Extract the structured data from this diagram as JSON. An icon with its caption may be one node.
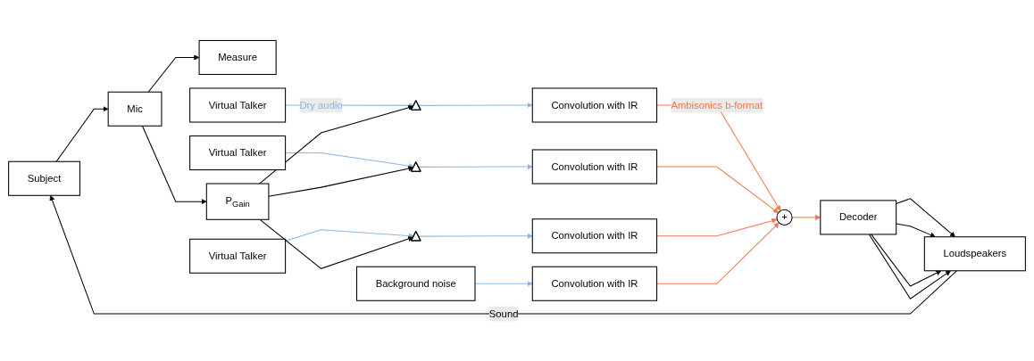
{
  "diagram": {
    "nodes": [
      {
        "text": [
          "Virtual Talker"
        ]
      },
      {
        "text": [
          "Virtual Talker"
        ]
      },
      {
        "text": [
          "Virtual Talker"
        ]
      },
      {
        "text": [],
        "shape": "triangle"
      },
      {
        "text": [],
        "shape": "triangle"
      },
      {
        "text": [],
        "shape": "triangle"
      },
      {
        "text": [
          "Convolution with IR"
        ]
      },
      {
        "text": [
          "Convolution with IR"
        ]
      },
      {
        "text": [
          "Convolution with IR"
        ]
      },
      {
        "text": [
          "+"
        ]
      },
      {
        "text": [
          "Decoder"
        ]
      },
      {
        "text": [
          "Background noise"
        ]
      },
      {
        "text": [
          "Convolution with IR"
        ]
      },
      {
        "text": [
          "Measure"
        ]
      },
      {
        "text": [
          "Mic"
        ]
      },
      {
        "text": [
          "P$_{Gain}$"
        ]
      },
      {
        "text": [
          "Subject"
        ]
      },
      {
        "text": [
          "Loudspeakers"
        ]
      }
    ],
    "edges": [
      {
        "from": 0,
        "to": 3,
        "arrow": "to",
        "label": "Dry audio",
        "color": "#8eb4e3"
      },
      {
        "from": 1,
        "to": 4,
        "arrow": "to",
        "color": "#8eb4e3"
      },
      {
        "from": 2,
        "to": 5,
        "arrow": "to",
        "color": "#8eb4e3"
      },
      {
        "from": 15,
        "to": 3,
        "arrow": "to"
      },
      {
        "from": 15,
        "to": 4,
        "arrow": "to"
      },
      {
        "from": 15,
        "to": 5,
        "arrow": "to"
      },
      {
        "from": 3,
        "to": 6,
        "arrow": "to",
        "color": "#8eb4e3"
      },
      {
        "from": 4,
        "to": 7,
        "arrow": "to",
        "color": "#8eb4e3"
      },
      {
        "from": 5,
        "to": 8,
        "arrow": "to",
        "color": "#8eb4e3"
      },
      {
        "from": 6,
        "to": 9,
        "arrow": "to",
        "label": "Ambisonics b-format",
        "color": "#f07850"
      },
      {
        "from": 7,
        "to": 9,
        "arrow": "to",
        "color": "#f07850"
      },
      {
        "from": 8,
        "to": 9,
        "arrow": "to",
        "color": "#f07850"
      },
      {
        "from": 11,
        "to": 12,
        "arrow": "to",
        "color": "#8eb4e3"
      },
      {
        "from": 12,
        "to": 9,
        "arrow": "to",
        "color": "#f07850"
      },
      {
        "from": 9,
        "to": 10,
        "arrow": "to",
        "color": "#f07850"
      },
      {
        "from": 10,
        "to": 17,
        "arrow": "to"
      },
      {
        "from": 10,
        "to": 17,
        "arrow": "to"
      },
      {
        "from": 10,
        "to": 17,
        "arrow": "to"
      },
      {
        "from": 10,
        "to": 17,
        "arrow": "to"
      },
      {
        "from": 17,
        "to": 16,
        "arrow": "to",
        "label": "Sound"
      },
      {
        "from": 16,
        "to": 14,
        "arrow": "to"
      },
      {
        "from": 14,
        "to": 13,
        "arrow": "to"
      },
      {
        "from": 14,
        "to": 15,
        "arrow": "to"
      }
    ]
  }
}
